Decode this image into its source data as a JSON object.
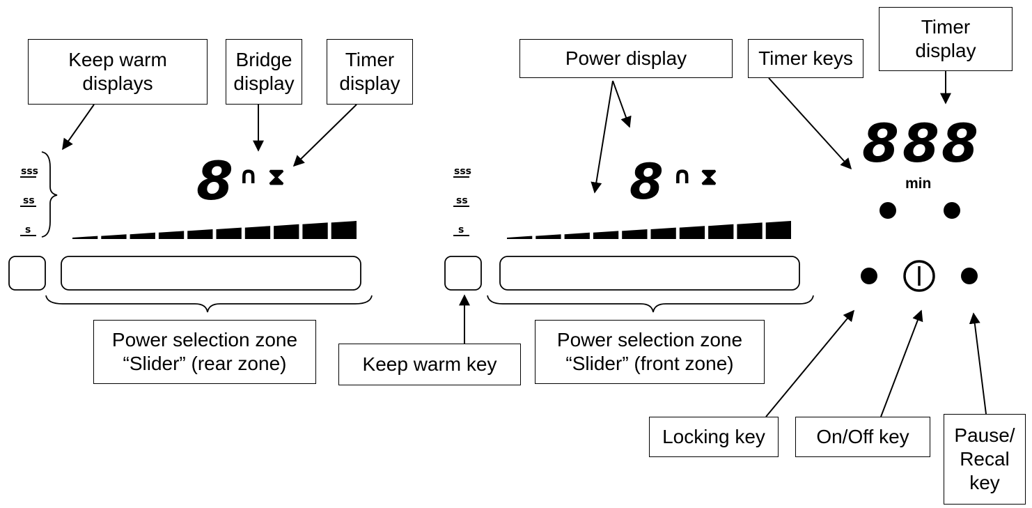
{
  "labels": {
    "keep_warm_displays": "Keep warm\ndisplays",
    "bridge_display": "Bridge\ndisplay",
    "timer_display_left": "Timer\ndisplay",
    "power_display": "Power display",
    "timer_keys": "Timer keys",
    "timer_display_right": "Timer\ndisplay",
    "slider_rear": "Power selection zone\n“Slider” (rear zone)",
    "keep_warm_key": "Keep warm key",
    "slider_front": "Power selection zone\n“Slider” (front zone)",
    "locking_key": "Locking key",
    "on_off_key": "On/Off key",
    "pause_recal_key": "Pause/\nRecal\nkey"
  },
  "displays": {
    "rear_power_digit": "8",
    "bridge_symbol": "∩",
    "timer_symbol": "⧗",
    "front_power_digit": "8",
    "front_bridge_symbol": "∩",
    "front_timer_symbol": "⧗",
    "timer_digits": [
      "8",
      "8",
      "8"
    ],
    "timer_unit": "min"
  },
  "keep_warm_levels": [
    "sss",
    "ss",
    "s"
  ],
  "slider_segments": 10
}
